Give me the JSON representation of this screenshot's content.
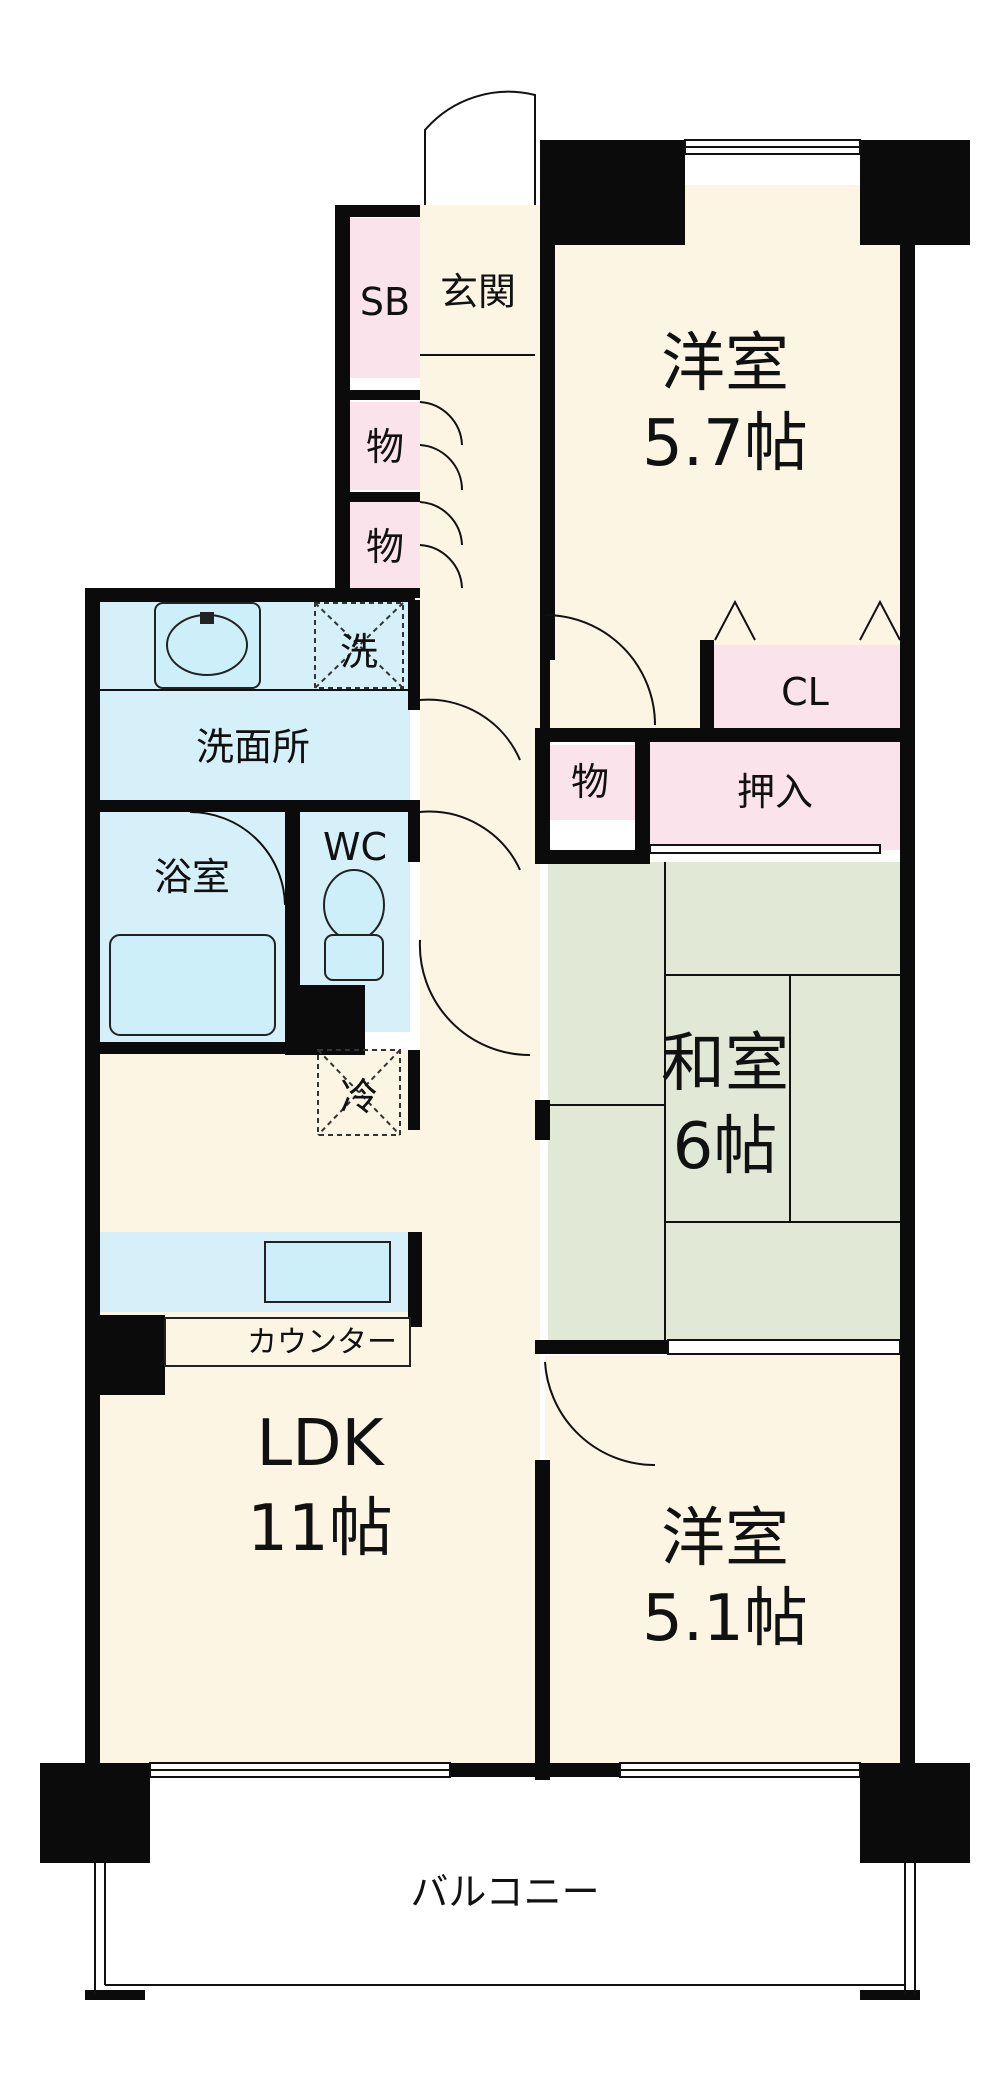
{
  "colors": {
    "floor": "#fdf5e3",
    "storage": "#fbe3ec",
    "wet": "#d6f0fa",
    "tatami": "#e1e8d6",
    "balcony": "#ffffff",
    "wall": "#0b0b0b"
  },
  "rooms": {
    "western1": {
      "name": "洋室",
      "size": "5.7帖"
    },
    "genkan": {
      "name": "玄関"
    },
    "sb": {
      "name": "SB"
    },
    "mono1": {
      "name": "物"
    },
    "mono2": {
      "name": "物"
    },
    "mono3": {
      "name": "物"
    },
    "sen": {
      "name": "洗"
    },
    "senmenjo": {
      "name": "洗面所"
    },
    "cl": {
      "name": "CL"
    },
    "oshiire": {
      "name": "押入"
    },
    "yokushitsu": {
      "name": "浴室"
    },
    "wc": {
      "name": "WC"
    },
    "washitsu": {
      "name": "和室",
      "size": "6帖"
    },
    "rei": {
      "name": "冷"
    },
    "counter": {
      "name": "カウンター"
    },
    "ldk": {
      "name": "LDK",
      "size": "11帖"
    },
    "western2": {
      "name": "洋室",
      "size": "5.1帖"
    },
    "balcony": {
      "name": "バルコニー"
    }
  }
}
